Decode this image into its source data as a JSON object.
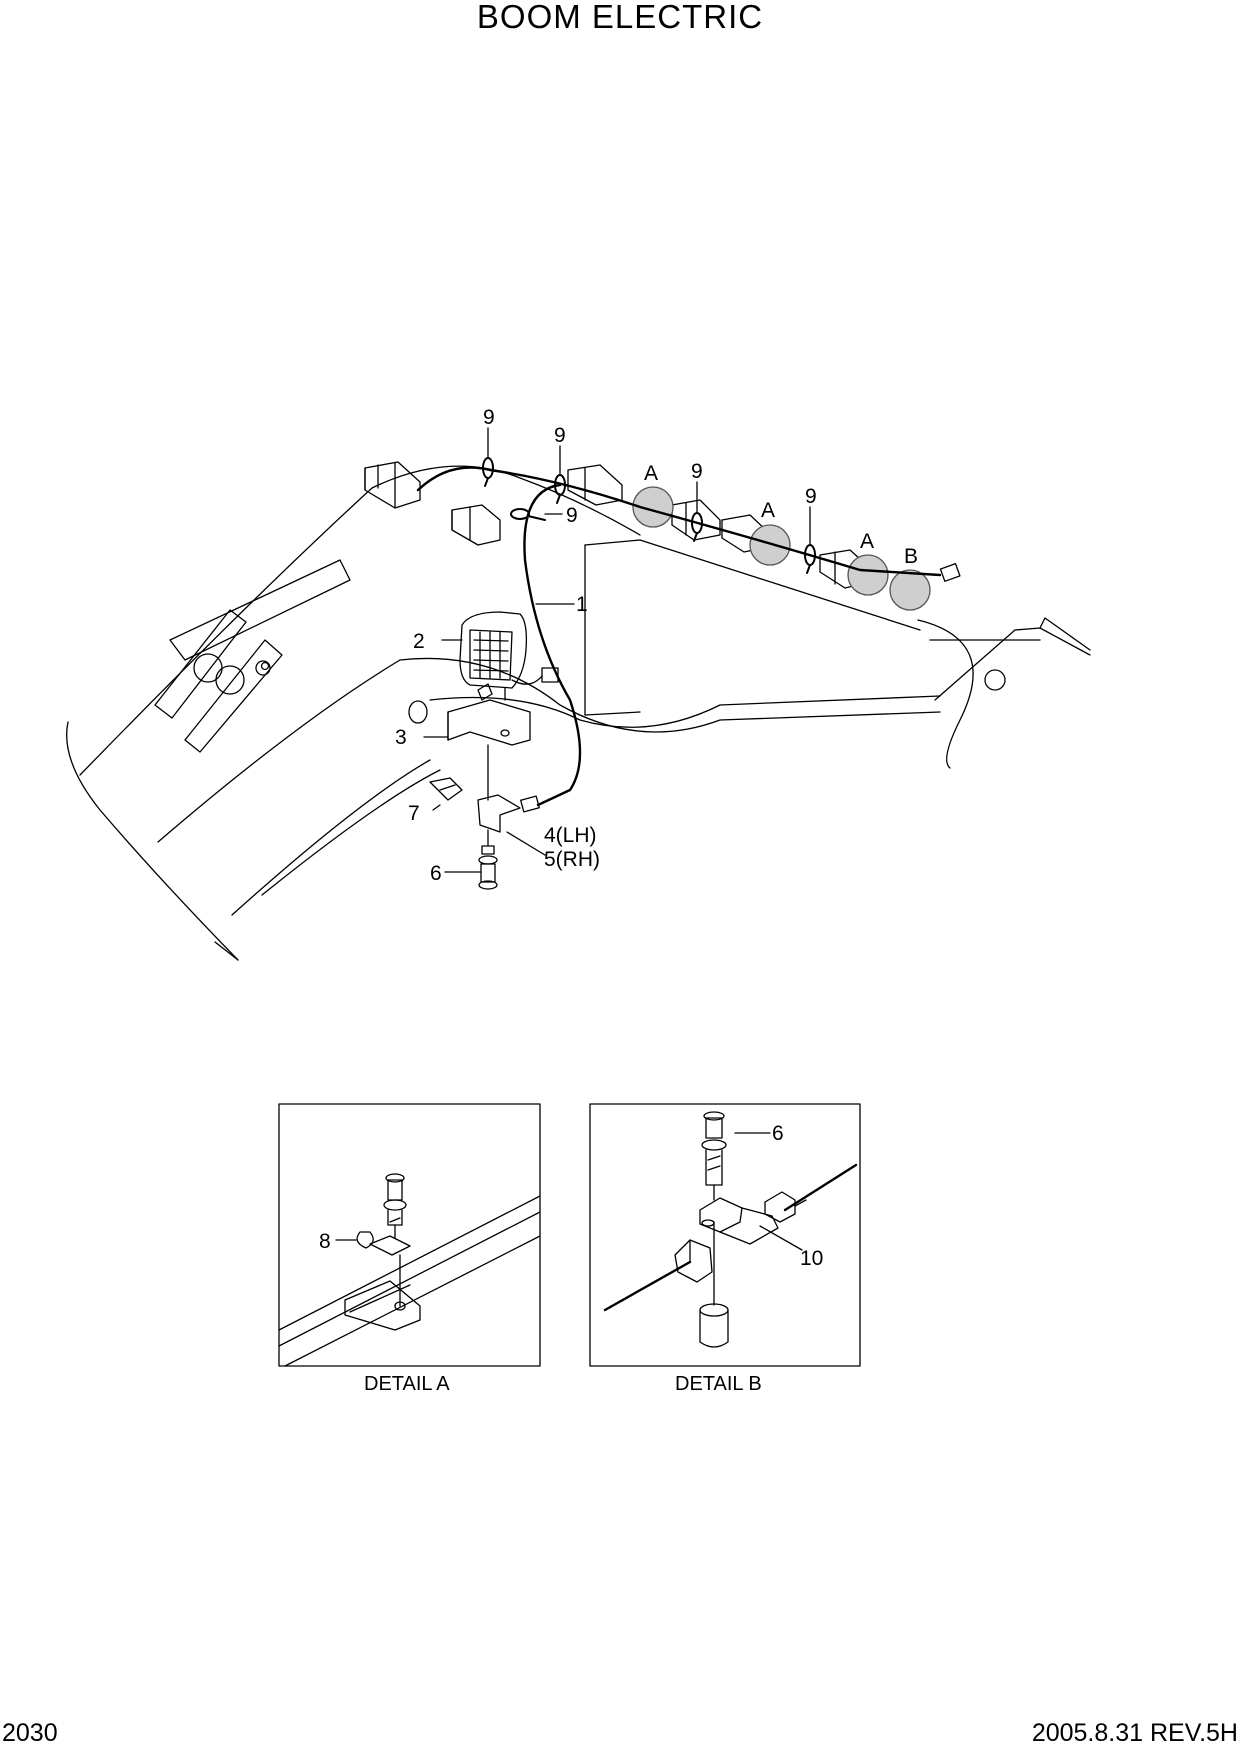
{
  "title": "BOOM ELECTRIC",
  "callouts": {
    "wire_clip_a": "9",
    "wire_clip_b": "9",
    "wire_clip_c": "9",
    "wire_clip_d": "9",
    "wire_clip_e": "9",
    "harness": "1",
    "work_lamp": "2",
    "lamp_bracket": "3",
    "stay_lh": "4(LH)",
    "stay_rh": "5(RH)",
    "bolt_7": "7",
    "bolt_6": "6",
    "detail_a_1": "A",
    "detail_a_2": "A",
    "detail_a_3": "A",
    "detail_b": "B"
  },
  "detail_a": {
    "caption": "DETAIL A",
    "clip": "8"
  },
  "detail_b": {
    "caption": "DETAIL B",
    "bolt": "6",
    "connector_clip": "10"
  },
  "footer": {
    "page": "2030",
    "revision": "2005.8.31  REV.5H"
  }
}
